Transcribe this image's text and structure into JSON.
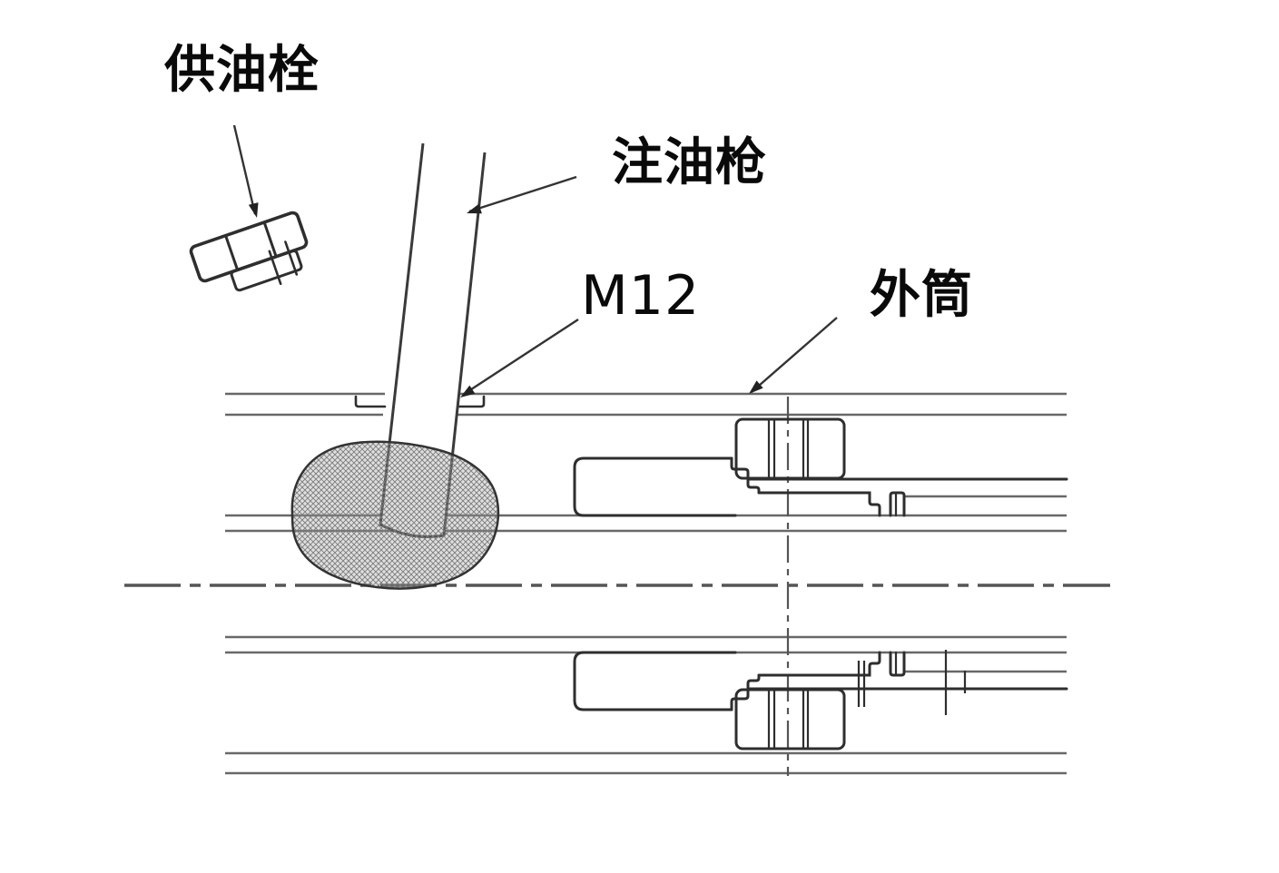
{
  "diagram": {
    "type": "mechanical-section-lubrication-diagram",
    "labels": {
      "oil_supply_plug": "供油栓",
      "grease_gun": "注油枪",
      "thread_size": "M12",
      "outer_cylinder": "外筒"
    },
    "colors": {
      "background": "#ffffff",
      "text": "#0a0a0a",
      "cylinder_line": "#686868",
      "outline": "#2e2e2e",
      "centerline": "#555555",
      "hatch": "#7a7a7a"
    }
  }
}
